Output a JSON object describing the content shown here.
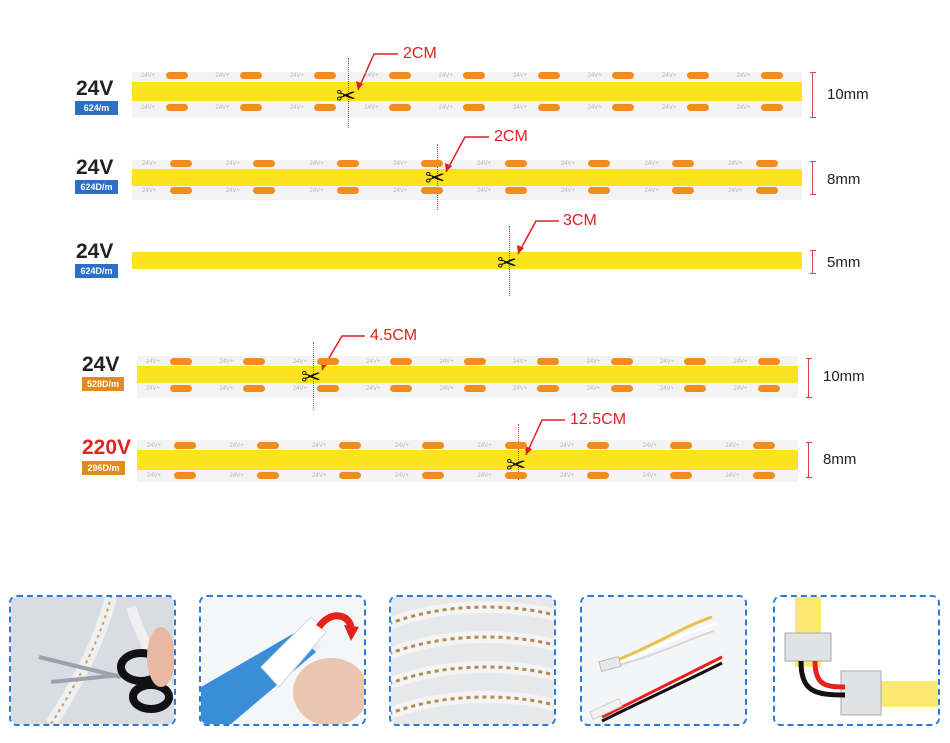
{
  "strips": [
    {
      "voltage": "24V",
      "badge": "624/m",
      "badge_color": "#2d6fc2",
      "cut": "2CM",
      "size": "10mm",
      "voltage_red": false
    },
    {
      "voltage": "24V",
      "badge": "624D/m",
      "badge_color": "#2d6fc2",
      "cut": "2CM",
      "size": "8mm",
      "voltage_red": false
    },
    {
      "voltage": "24V",
      "badge": "624D/m",
      "badge_color": "#2d6fc2",
      "cut": "3CM",
      "size": "5mm",
      "voltage_red": false
    },
    {
      "voltage": "24V",
      "badge": "528D/m",
      "badge_color": "#e38a1e",
      "cut": "4.5CM",
      "size": "10mm",
      "voltage_red": false
    },
    {
      "voltage": "220V",
      "badge": "296D/m",
      "badge_color": "#e38a1e",
      "cut": "12.5CM",
      "size": "8mm",
      "voltage_red": true
    }
  ],
  "pad_print": "24V+",
  "colors": {
    "led": "#fbe41d",
    "pad": "#f28c1e",
    "cut": "#e02020",
    "frame": "#2b7ad6"
  },
  "photos": [
    {
      "icon": "scissors-cutting-strip"
    },
    {
      "icon": "peel-adhesive-tape"
    },
    {
      "icon": "led-strip-reel"
    },
    {
      "icon": "wire-connector"
    },
    {
      "icon": "corner-connector"
    }
  ]
}
